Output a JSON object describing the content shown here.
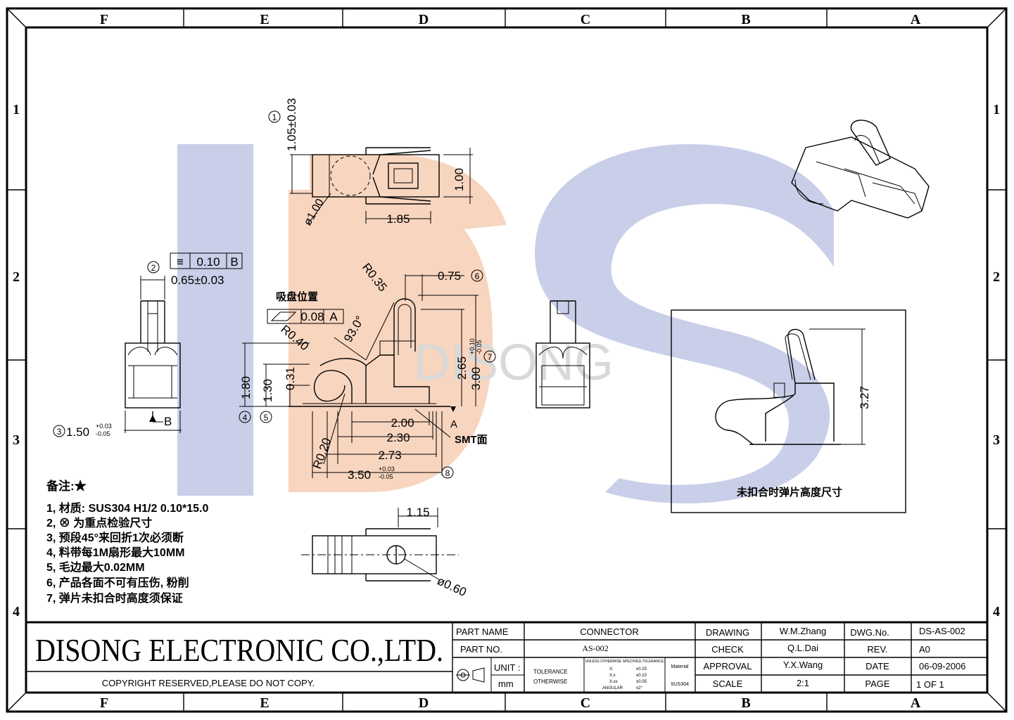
{
  "border": {
    "columns": [
      "F",
      "E",
      "D",
      "C",
      "B",
      "A"
    ],
    "rows": [
      "1",
      "2",
      "3",
      "4"
    ]
  },
  "watermark": {
    "text": "DISONG",
    "colors": {
      "blue": "#c9cfe8",
      "orange": "#f8d5bf",
      "gray": "#d9d9d9"
    }
  },
  "views": {
    "top": {
      "flatness_num": "1",
      "dim_height": "1.05±0.03",
      "dim_width": "1.00",
      "dim_length": "1.85",
      "dim_dia": "ø1.00"
    },
    "left": {
      "note_num": "2",
      "tol_symbol": "≡",
      "tol_value": "0.10",
      "tol_datum": "B",
      "dim_width": "0.65±0.03",
      "dim_bottom": "1.50",
      "dim_bottom_tol_hi": "+0.03",
      "dim_bottom_tol_lo": "-0.05",
      "bottom_num": "3",
      "datum_b": "B"
    },
    "front": {
      "suction_label": "吸盘位置",
      "flat_value": "0.08",
      "flat_datum": "A",
      "r035": "R0.35",
      "r040": "R0.40",
      "r020": "R0.20",
      "angle": "93.0°",
      "d075": "0.75",
      "d075_num": "6",
      "d180": "1.80",
      "d130": "1.30",
      "d031": "0.31",
      "d265": "2.65",
      "d300": "3.00",
      "d300_hi": "+0.10",
      "d300_lo": "-0.05",
      "d300_num": "7",
      "d200": "2.00",
      "d230": "2.30",
      "d273": "2.73",
      "d350": "3.50",
      "d350_hi": "+0.03",
      "d350_lo": "-0.05",
      "d350_num": "8",
      "num4": "4",
      "num5": "5",
      "datum_a": "A",
      "smt": "SMT面"
    },
    "bottom": {
      "d115": "1.15",
      "d060": "ø0.60"
    },
    "inset": {
      "d327": "3.27",
      "caption": "未扣合时弹片高度尺寸"
    }
  },
  "notes": {
    "title": "备注:★",
    "items": [
      "1, 材质: SUS304  H1/2    0.10*15.0",
      "2, ⊗ 为重点检验尺寸",
      "3, 预段45°来回折1次必须断",
      "4, 料带每1M扇形最大10MM",
      "5, 毛边最大0.02MM",
      "6, 产品各面不可有压伤, 粉削",
      "7, 弹片未扣合时高度须保证"
    ]
  },
  "title_block": {
    "company": "DISONG ELECTRONIC CO.,LTD.",
    "copyright": "COPYRIGHT RESERVED,PLEASE DO NOT COPY.",
    "part_name_label": "PART NAME",
    "part_name": "CONNECTOR",
    "part_no_label": "PART NO.",
    "part_no": "AS-002",
    "unit_label": "UNIT :",
    "unit": "mm",
    "tolerance_label": "TOLERANCE",
    "otherwise_label": "OTHERWISE",
    "tol_header": "UNLESS OTHERWISE SPECIFIED,TOLERANCE:",
    "tol_rows": [
      [
        "X.",
        "±0.25"
      ],
      [
        "X.x",
        "±0.10"
      ],
      [
        "X.xx",
        "±0.05"
      ],
      [
        "ANGULAR",
        "±2°"
      ]
    ],
    "material_label": "Material",
    "material": "SUS304",
    "drawing_label": "DRAWING",
    "drawing": "W.M.Zhang",
    "check_label": "CHECK",
    "check": "Q.L.Dai",
    "approval_label": "APPROVAL",
    "approval": "Y.X.Wang",
    "scale_label": "SCALE",
    "scale": "2:1",
    "dwg_label": "DWG.No.",
    "dwg": "DS-AS-002",
    "rev_label": "REV.",
    "rev": "A0",
    "date_label": "DATE",
    "date": "06-09-2006",
    "page_label": "PAGE",
    "page": "1 OF 1"
  }
}
